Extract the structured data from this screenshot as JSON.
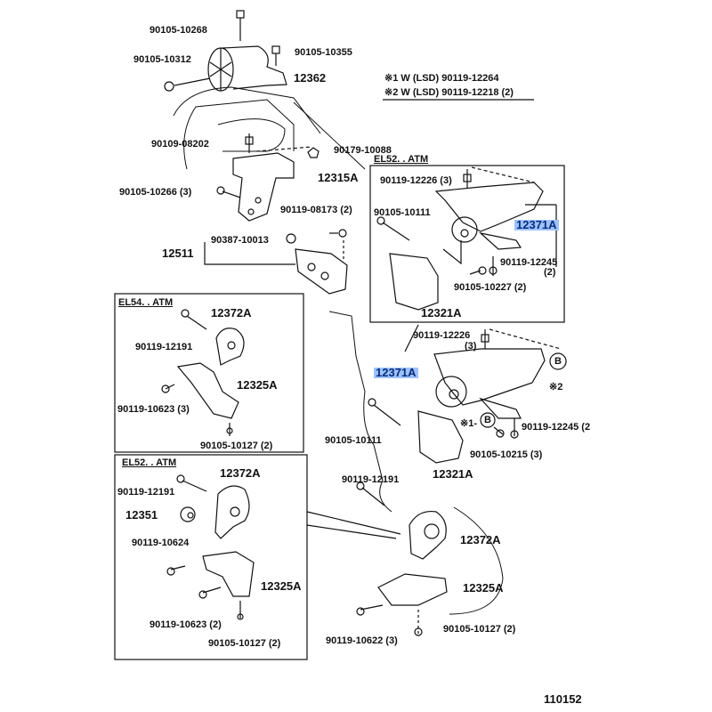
{
  "diagram": {
    "figure_id": "110152",
    "notes": {
      "note1": "※1 W (LSD) 90119-12264",
      "note2": "※2 W (LSD) 90119-12218 (2)"
    },
    "top_assembly": {
      "labels": {
        "p90105_10268": "90105-10268",
        "p90105_10355": "90105-10355",
        "p90105_10312": "90105-10312",
        "p12362": "12362",
        "p90109_08202": "90109-08202",
        "p90179_10088": "90179-10088",
        "p12315A": "12315A",
        "p90105_10266": "90105-10266 (3)",
        "p90119_08173": "90119-08173 (2)",
        "p90387_10013": "90387-10013",
        "p12511": "12511"
      }
    },
    "box_el52_atm_right": {
      "title": "EL52. . ATM",
      "labels": {
        "p90119_12226": "90119-12226 (3)",
        "p90105_10111": "90105-10111",
        "p12371A": "12371A",
        "p90119_12245": "90119-12245",
        "p90119_12245_qty": "(2)",
        "p90105_10227": "90105-10227 (2)",
        "p12321A": "12321A"
      }
    },
    "center_assembly": {
      "labels": {
        "p90119_12226": "90119-12226",
        "p90119_12226_qty": "(3)",
        "p12371A": "12371A",
        "callout_B": "B",
        "note2_ref": "※2",
        "note1_ref": "※1-",
        "p90105_10111": "90105-10111",
        "p90119_12245": "90119-12245 (2",
        "p90105_10215": "90105-10215 (3)",
        "p12321A": "12321A"
      }
    },
    "box_el54_atm": {
      "title": "EL54. . ATM",
      "labels": {
        "p12372A": "12372A",
        "p90119_12191": "90119-12191",
        "p12325A": "12325A",
        "p90119_10623": "90119-10623 (3)",
        "p90105_10127": "90105-10127 (2)"
      }
    },
    "box_el52_atm_left": {
      "title": "EL52. . ATM",
      "labels": {
        "p12372A": "12372A",
        "p90119_12191": "90119-12191",
        "p12351": "12351",
        "p90119_10624": "90119-10624",
        "p12325A": "12325A",
        "p90119_10623": "90119-10623 (2)",
        "p90105_10127": "90105-10127 (2)"
      }
    },
    "bottom_assembly": {
      "labels": {
        "p90119_12191": "90119-12191",
        "p12372A": "12372A",
        "p12325A": "12325A",
        "p90119_10622": "90119-10622 (3)",
        "p90105_10127": "90105-10127 (2)"
      }
    },
    "highlight_color": "#9cc3ff"
  }
}
